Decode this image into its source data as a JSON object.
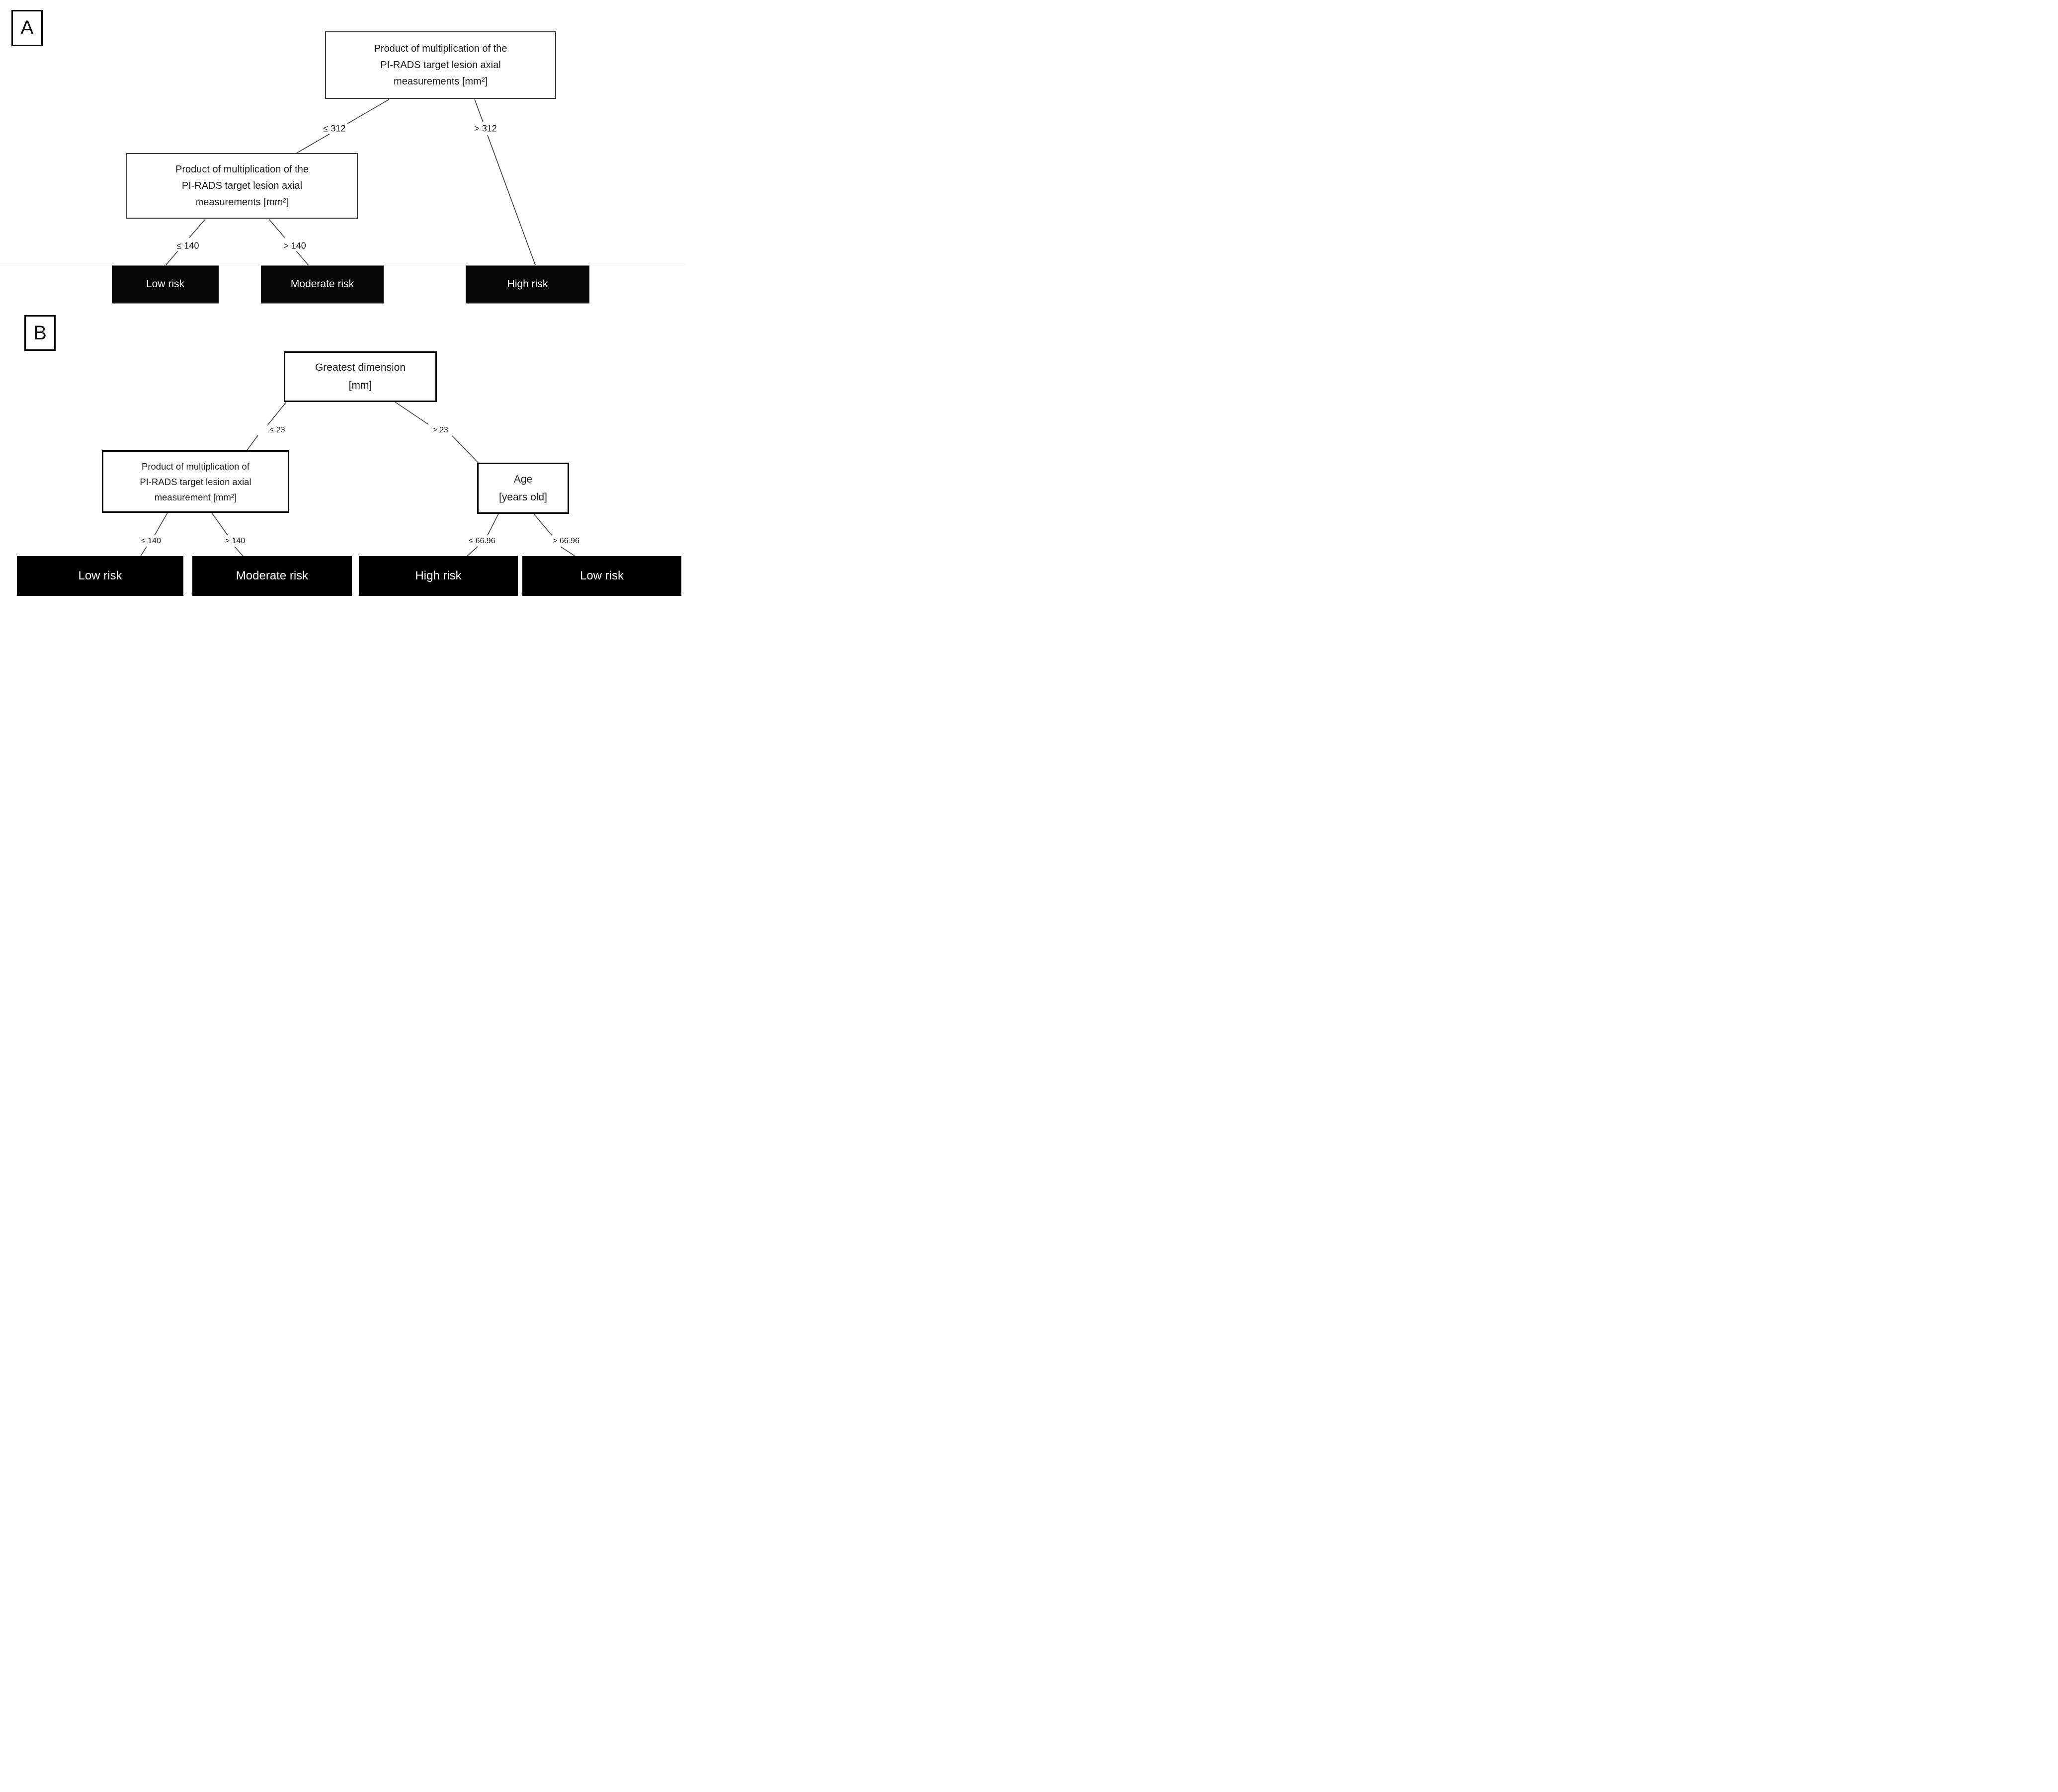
{
  "figure": {
    "type": "decision-tree-figure",
    "panels": [
      "A",
      "B"
    ]
  },
  "panel_a": {
    "label": "A",
    "root_node": {
      "lines": [
        "Product of multiplication of the",
        "PI-RADS target lesion axial",
        "measurements [mm²]"
      ]
    },
    "second_node": {
      "lines": [
        "Product of multiplication of the",
        "PI-RADS target lesion axial",
        "measurements [mm²]"
      ]
    },
    "branches": {
      "root_left": "≤ 312",
      "root_right": "> 312",
      "second_left": "≤ 140",
      "second_right": "> 140"
    },
    "leaves": {
      "left": "Low risk",
      "middle": "Moderate risk",
      "right": "High risk"
    }
  },
  "panel_b": {
    "label": "B",
    "root_node": {
      "lines": [
        "Greatest dimension",
        "[mm]"
      ]
    },
    "left_node": {
      "lines": [
        "Product of multiplication of",
        "PI-RADS target lesion axial",
        "measurement [mm²]"
      ]
    },
    "right_node": {
      "lines": [
        "Age",
        "[years old]"
      ]
    },
    "branches": {
      "root_left": "≤ 23",
      "root_right": "> 23",
      "left_left": "≤ 140",
      "left_right": "> 140",
      "right_left": "≤ 66.96",
      "right_right": "> 66.96"
    },
    "leaves": {
      "first": "Low risk",
      "second": "Moderate risk",
      "third": "High risk",
      "fourth": "Low risk"
    }
  },
  "colors": {
    "leaf_fill": "#000000",
    "leaf_text": "#ffffff",
    "node_border_a": "#3a3a3a",
    "node_border_b": "#000000",
    "edge": "#3a3a3a",
    "background": "#ffffff"
  }
}
